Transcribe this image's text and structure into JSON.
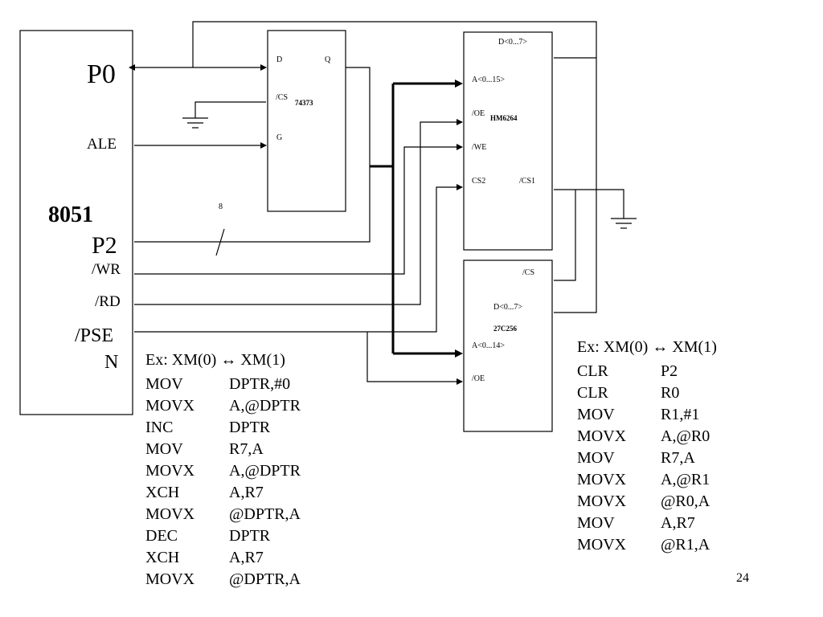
{
  "mcu": {
    "name": "8051",
    "p0": "P0",
    "ale": "ALE",
    "p2": "P2",
    "wr": "/WR",
    "rd": "/RD",
    "psen_line1": "/PSE",
    "psen_line2": "N"
  },
  "latch": {
    "part": "74373",
    "d": "D",
    "q": "Q",
    "cs": "/CS",
    "g": "G"
  },
  "ram": {
    "part": "HM6264",
    "data": "D<0...7>",
    "addr": "A<0...15>",
    "oe": "/OE",
    "we": "/WE",
    "cs2": "CS2",
    "cs1": "/CS1"
  },
  "rom": {
    "part": "27C256",
    "cs": "/CS",
    "data": "D<0...7>",
    "addr": "A<0...14>",
    "oe": "/OE"
  },
  "bus_width_label": "8",
  "code_left": {
    "title": "Ex: XM(0) ↔ XM(1)",
    "ops": [
      "MOV",
      "MOVX",
      "INC",
      "MOV",
      "MOVX",
      "XCH",
      "MOVX",
      "DEC",
      "XCH",
      "MOVX"
    ],
    "args": [
      "DPTR,#0",
      "A,@DPTR",
      "DPTR",
      "R7,A",
      "A,@DPTR",
      "A,R7",
      "@DPTR,A",
      "DPTR",
      "A,R7",
      "@DPTR,A"
    ]
  },
  "code_right": {
    "title": "Ex: XM(0) ↔ XM(1)",
    "ops": [
      "CLR",
      "CLR",
      "MOV",
      "MOVX",
      "MOV",
      "MOVX",
      "MOVX",
      "MOV",
      "MOVX"
    ],
    "args": [
      "P2",
      "R0",
      "R1,#1",
      "A,@R0",
      "R7,A",
      "A,@R1",
      "@R0,A",
      "A,R7",
      "@R1,A"
    ]
  },
  "page_number": "24"
}
